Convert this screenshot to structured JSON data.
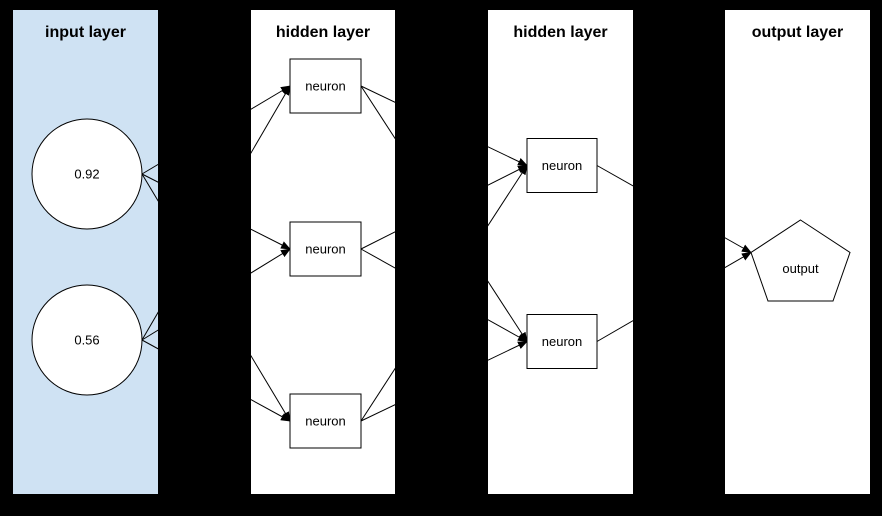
{
  "diagram": {
    "type": "neural-network",
    "colors": {
      "background": "#000000",
      "input_panel_fill": "#cfe2f3",
      "panel_fill": "#ffffff",
      "node_fill": "#ffffff",
      "stroke": "#000000",
      "text": "#000000"
    },
    "layers": [
      {
        "title": "input layer",
        "nodes": [
          {
            "id": "i1",
            "shape": "circle",
            "label": "0.92"
          },
          {
            "id": "i2",
            "shape": "circle",
            "label": "0.56"
          }
        ]
      },
      {
        "title": "hidden layer",
        "nodes": [
          {
            "id": "h1n1",
            "shape": "rect",
            "label": "neuron"
          },
          {
            "id": "h1n2",
            "shape": "rect",
            "label": "neuron"
          },
          {
            "id": "h1n3",
            "shape": "rect",
            "label": "neuron"
          }
        ]
      },
      {
        "title": "hidden layer",
        "nodes": [
          {
            "id": "h2n1",
            "shape": "rect",
            "label": "neuron"
          },
          {
            "id": "h2n2",
            "shape": "rect",
            "label": "neuron"
          }
        ]
      },
      {
        "title": "output layer",
        "nodes": [
          {
            "id": "out",
            "shape": "pentagon",
            "label": "output"
          }
        ]
      }
    ],
    "connections": [
      {
        "from": "i1",
        "to": "h1n1"
      },
      {
        "from": "i1",
        "to": "h1n2"
      },
      {
        "from": "i1",
        "to": "h1n3"
      },
      {
        "from": "i2",
        "to": "h1n1"
      },
      {
        "from": "i2",
        "to": "h1n2"
      },
      {
        "from": "i2",
        "to": "h1n3"
      },
      {
        "from": "h1n1",
        "to": "h2n1"
      },
      {
        "from": "h1n1",
        "to": "h2n2"
      },
      {
        "from": "h1n2",
        "to": "h2n1"
      },
      {
        "from": "h1n2",
        "to": "h2n2"
      },
      {
        "from": "h1n3",
        "to": "h2n1"
      },
      {
        "from": "h1n3",
        "to": "h2n2"
      },
      {
        "from": "h2n1",
        "to": "out"
      },
      {
        "from": "h2n2",
        "to": "out"
      }
    ]
  }
}
